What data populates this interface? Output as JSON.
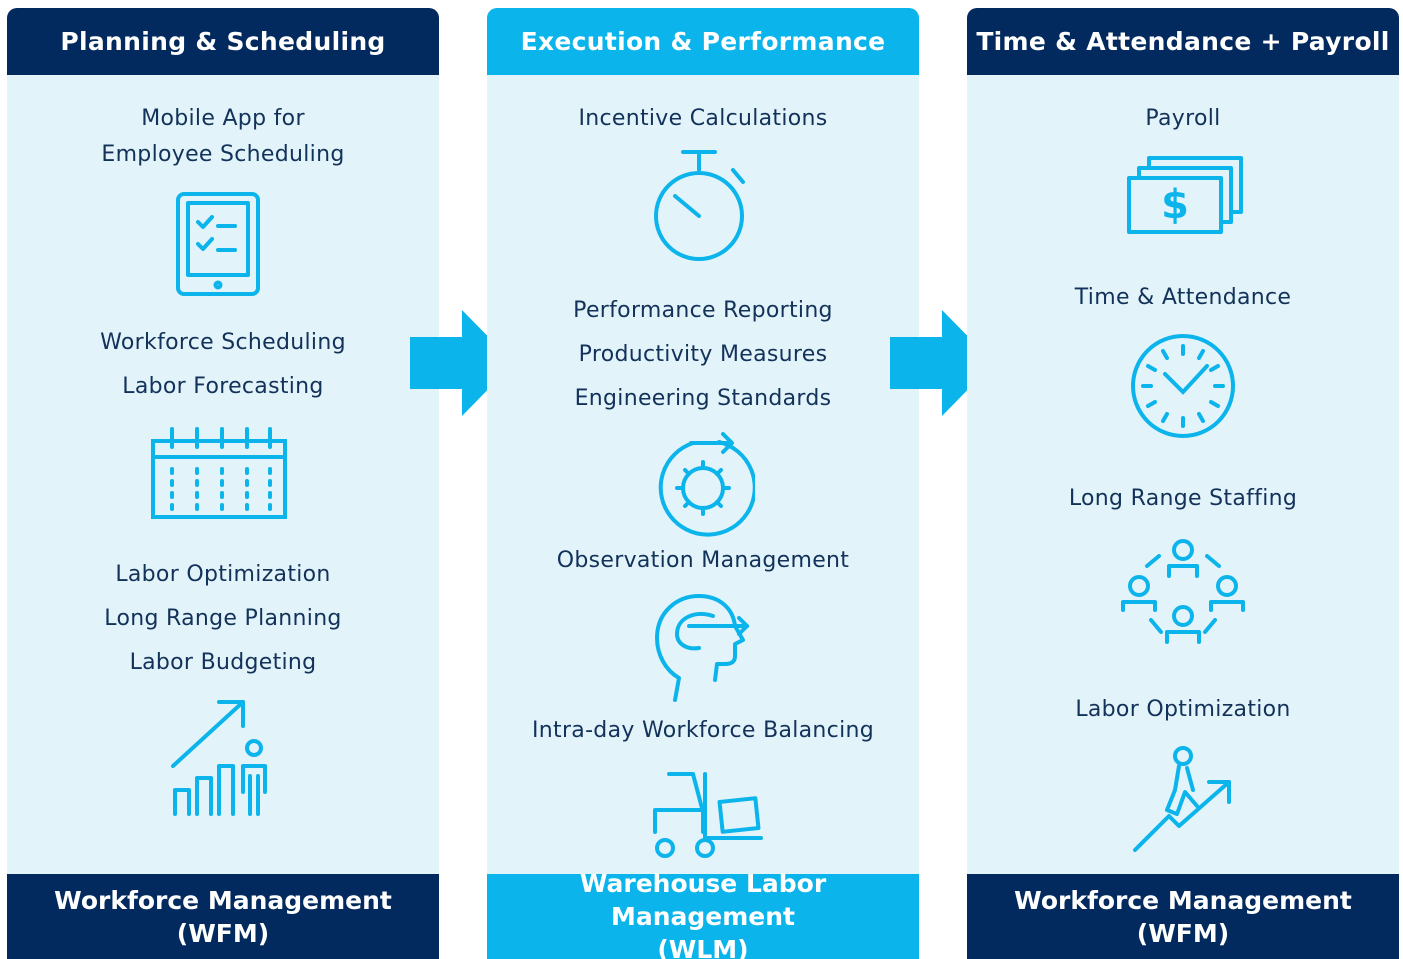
{
  "colors": {
    "navy": "#032a5e",
    "cyan": "#0cb4ec",
    "panel": "#e3f3fa",
    "text": "#12325a"
  },
  "columns": [
    {
      "header": "Planning & Scheduling",
      "footer": [
        "Workforce Management",
        "(WFM)"
      ],
      "items": [
        {
          "lines": [
            "Mobile App for",
            "Employee Scheduling"
          ],
          "icon": "tablet-checklist-icon"
        },
        {
          "lines": [
            "Workforce Scheduling",
            "Labor Forecasting"
          ],
          "icon": "calendar-icon"
        },
        {
          "lines": [
            "Labor Optimization",
            "Long Range Planning",
            "Labor Budgeting"
          ],
          "icon": "growth-chart-person-icon"
        }
      ]
    },
    {
      "header": "Execution & Performance",
      "footer": [
        "Warehouse Labor Management",
        "(WLM)"
      ],
      "items": [
        {
          "lines": [
            "Incentive Calculations"
          ],
          "icon": "stopwatch-icon"
        },
        {
          "lines": [
            "Performance Reporting",
            "Productivity Measures",
            "Engineering Standards"
          ],
          "icon": "gear-cycle-icon"
        },
        {
          "lines": [
            "Observation Management"
          ],
          "icon": "head-eye-icon"
        },
        {
          "lines": [
            "Intra-day Workforce Balancing"
          ],
          "icon": "forklift-icon"
        }
      ]
    },
    {
      "header": "Time & Attendance + Payroll",
      "footer": [
        "Workforce Management",
        "(WFM)"
      ],
      "items": [
        {
          "lines": [
            "Payroll"
          ],
          "icon": "money-stack-icon"
        },
        {
          "lines": [
            "Time & Attendance"
          ],
          "icon": "clock-icon"
        },
        {
          "lines": [
            "Long Range Staffing"
          ],
          "icon": "team-circle-icon"
        },
        {
          "lines": [
            "Labor Optimization"
          ],
          "icon": "person-climbing-icon"
        }
      ]
    }
  ]
}
